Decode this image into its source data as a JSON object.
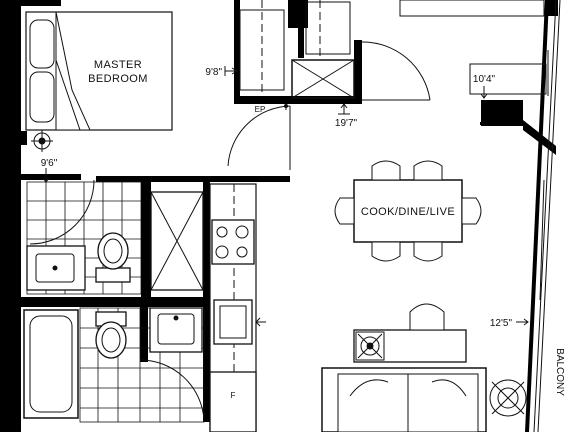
{
  "rooms": {
    "master_bedroom_line1": "MASTER",
    "master_bedroom_line2": "BEDROOM",
    "cook_dine_live": "COOK/DINE/LIVE",
    "balcony": "BALCONY"
  },
  "dimensions": {
    "bedroom_width": "9'8\"",
    "bedroom_length": "19'7\"",
    "bath_width": "9'6\"",
    "living_width": "10'4\"",
    "living_length": "12'5\""
  },
  "symbols": {
    "electrical_panel": "EP",
    "fridge": "F"
  },
  "colors": {
    "wall": "#000000",
    "line": "#111111",
    "background": "#ffffff"
  }
}
